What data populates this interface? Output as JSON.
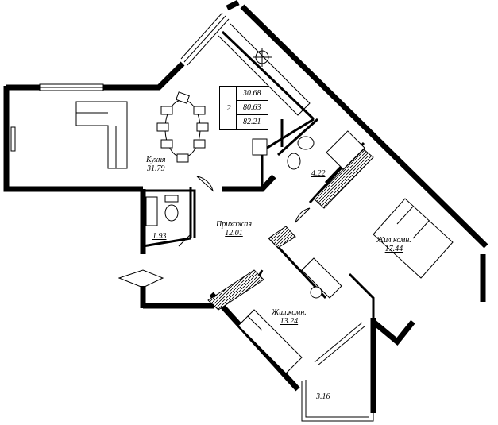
{
  "plan": {
    "summary": {
      "rooms": "2",
      "living_area": "30.68",
      "total_area": "80.63",
      "total_area_with_balcony": "82.21"
    },
    "rooms": {
      "kitchen": {
        "name": "Кухня",
        "area": "31.79"
      },
      "hall": {
        "name": "Прихожая",
        "area": "12.01"
      },
      "bedroom1": {
        "name": "Жил.комн.",
        "area": "17.44"
      },
      "bedroom2": {
        "name": "Жил.комн.",
        "area": "13.24"
      },
      "bath": {
        "area": "4.22"
      },
      "wc": {
        "area": "1.93"
      },
      "balcony": {
        "area": "3.16"
      }
    }
  }
}
